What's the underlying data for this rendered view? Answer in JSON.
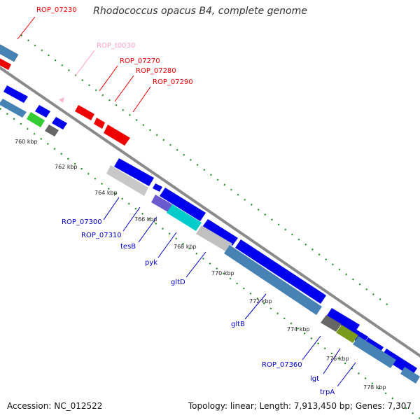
{
  "title": "Rhodococcus opacus B4, complete genome",
  "footer": {
    "accession": "Accession: NC_012522",
    "stats": "Topology: linear; Length: 7,913,450 bp; Genes: 7,307"
  },
  "colors": {
    "backbone": "#8a8a8a",
    "forward_gene": "#0000ee",
    "reverse_gene": "#4682b4",
    "rna_label": "#ff9ec8",
    "red_gene": "#ee0000",
    "dotted_guide": "#228b22"
  },
  "ticks": [
    "760 kbp",
    "762 kbp",
    "764 kbp",
    "766 kbp",
    "768 kbp",
    "770 kbp",
    "772 kbp",
    "774 kbp",
    "776 kbp",
    "778 kbp"
  ],
  "gene_labels": [
    {
      "text": "ROP_07230",
      "color": "#ee0000"
    },
    {
      "text": "ROP_t0030",
      "color": "#ff9ec8"
    },
    {
      "text": "ROP_07270",
      "color": "#ee0000"
    },
    {
      "text": "ROP_07280",
      "color": "#ee0000"
    },
    {
      "text": "ROP_07290",
      "color": "#ee0000"
    },
    {
      "text": "ROP_07300",
      "color": "#0000cc"
    },
    {
      "text": "ROP_07310",
      "color": "#0000cc"
    },
    {
      "text": "tesB",
      "color": "#0000cc"
    },
    {
      "text": "pyk",
      "color": "#0000cc"
    },
    {
      "text": "gltD",
      "color": "#0000cc"
    },
    {
      "text": "gltB",
      "color": "#0000cc"
    },
    {
      "text": "ROP_07360",
      "color": "#0000cc"
    },
    {
      "text": "lgt",
      "color": "#0000cc"
    },
    {
      "text": "trpA",
      "color": "#0000cc"
    }
  ]
}
